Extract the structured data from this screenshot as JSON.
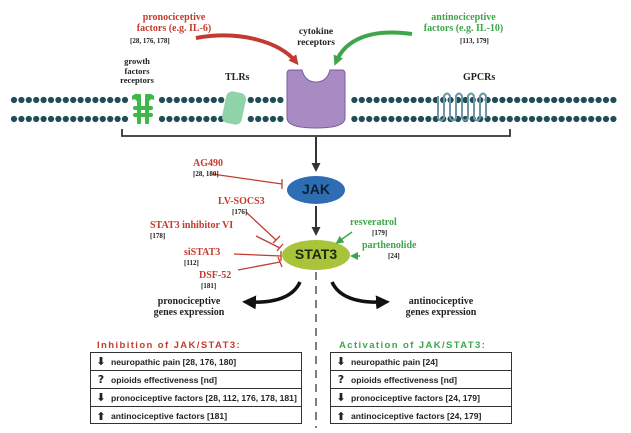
{
  "top": {
    "pronociceptive_label": "pronociceptive\nfactors (e.g. IL-6)",
    "pronociceptive_refs": "[28, 176, 178]",
    "antinociceptive_label": "antinociceptive\nfactors (e.g. IL-10)",
    "antinociceptive_refs": "[113, 179]",
    "cytokine_label": "cytokine\nreceptors",
    "growth_label": "growth\nfactors\nreceptors",
    "tlrs_label": "TLRs",
    "gpcrs_label": "GPCRs"
  },
  "pathway": {
    "jak": "JAK",
    "stat3": "STAT3",
    "pro_expr": "pronociceptive\ngenes expression",
    "anti_expr": "antinociceptive\ngenes expression"
  },
  "inhibitors": [
    {
      "name": "AG490",
      "refs": "[28, 180]"
    },
    {
      "name": "LV-SOCS3",
      "refs": "[176]"
    },
    {
      "name": "STAT3 inhibitor VI",
      "refs": "[178]"
    },
    {
      "name": "siSTAT3",
      "refs": "[112]"
    },
    {
      "name": "DSF-52",
      "refs": "[181]"
    }
  ],
  "activators": [
    {
      "name": "resveratrol",
      "refs": "[179]"
    },
    {
      "name": "parthenolide",
      "refs": "[24]"
    }
  ],
  "inhibition_box": {
    "title": "Inhibition of JAK/STAT3:",
    "rows": [
      {
        "icon": "down-arrow-icon",
        "text": "neuropathic pain [28, 176, 180]"
      },
      {
        "icon": "question-icon",
        "text": "opioids effectiveness [nd]"
      },
      {
        "icon": "down-arrow-icon",
        "text": "pronociceptive factors [28, 112, 176, 178, 181]"
      },
      {
        "icon": "up-arrow-icon",
        "text": "antinociceptive factors [181]"
      }
    ]
  },
  "activation_box": {
    "title": "Activation of JAK/STAT3:",
    "rows": [
      {
        "icon": "down-arrow-icon",
        "text": "neuropathic pain [24]"
      },
      {
        "icon": "question-icon",
        "text": "opioids effectiveness [nd]"
      },
      {
        "icon": "down-arrow-icon",
        "text": "pronociceptive factors [24, 179]"
      },
      {
        "icon": "up-arrow-icon",
        "text": "antinociceptive factors [24, 179]"
      }
    ]
  },
  "colors": {
    "red": "#c33b2e",
    "green": "#3ea64a",
    "membrane": "#1f4e57",
    "jak": "#2e6db4",
    "stat3": "#a9c43a",
    "cytokine_receptor": "#a98bc4",
    "tlr": "#8fd3a8",
    "growth_receptor": "#3fb84a"
  }
}
